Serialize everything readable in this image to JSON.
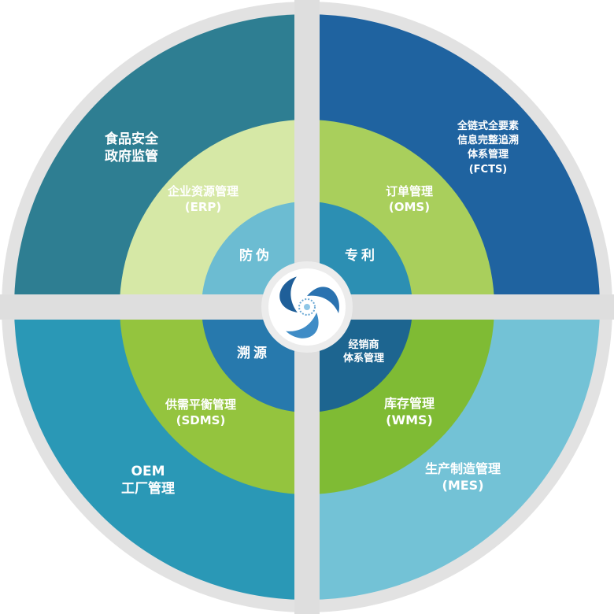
{
  "outer": {
    "top_left": [
      "食品安全",
      "政府监管"
    ],
    "top_right": [
      "全链式全要素",
      "信息完整追溯",
      "体系管理",
      "(FCTS)"
    ],
    "bottom_left": [
      "OEM",
      "工厂管理"
    ],
    "bottom_right": [
      "生产制造管理",
      "(MES)"
    ]
  },
  "middle": {
    "top_left": [
      "企业资源管理",
      "(ERP)"
    ],
    "top_right": [
      "订单管理",
      "(OMS)"
    ],
    "bottom_left": [
      "供需平衡管理",
      "(SDMS)"
    ],
    "bottom_right": [
      "库存管理",
      "(WMS)"
    ]
  },
  "inner": {
    "top_left": "防伪",
    "top_right": "专利",
    "bottom_left": "溯源",
    "bottom_right": [
      "经销商",
      "体系管理"
    ]
  },
  "colors": {
    "outer_top_left": "#2e7e92",
    "outer_top_right": "#1f63a0",
    "outer_bottom_left": "#2a98b6",
    "outer_bottom_right": "#73c2d6",
    "middle_top_left": "#d6e8a6",
    "middle_top_right": "#a9cf5c",
    "middle_bottom_left": "#94c43e",
    "middle_bottom_right": "#7fbb34",
    "inner_top_left": "#6cbcd2",
    "inner_top_right": "#2c8fb3",
    "inner_bottom_left": "#2779ad",
    "inner_bottom_right": "#1d6590",
    "separator": "#dedede",
    "logo_primary": "#2a72b0"
  },
  "icons": {
    "center_logo": "swirl-logo-icon"
  }
}
